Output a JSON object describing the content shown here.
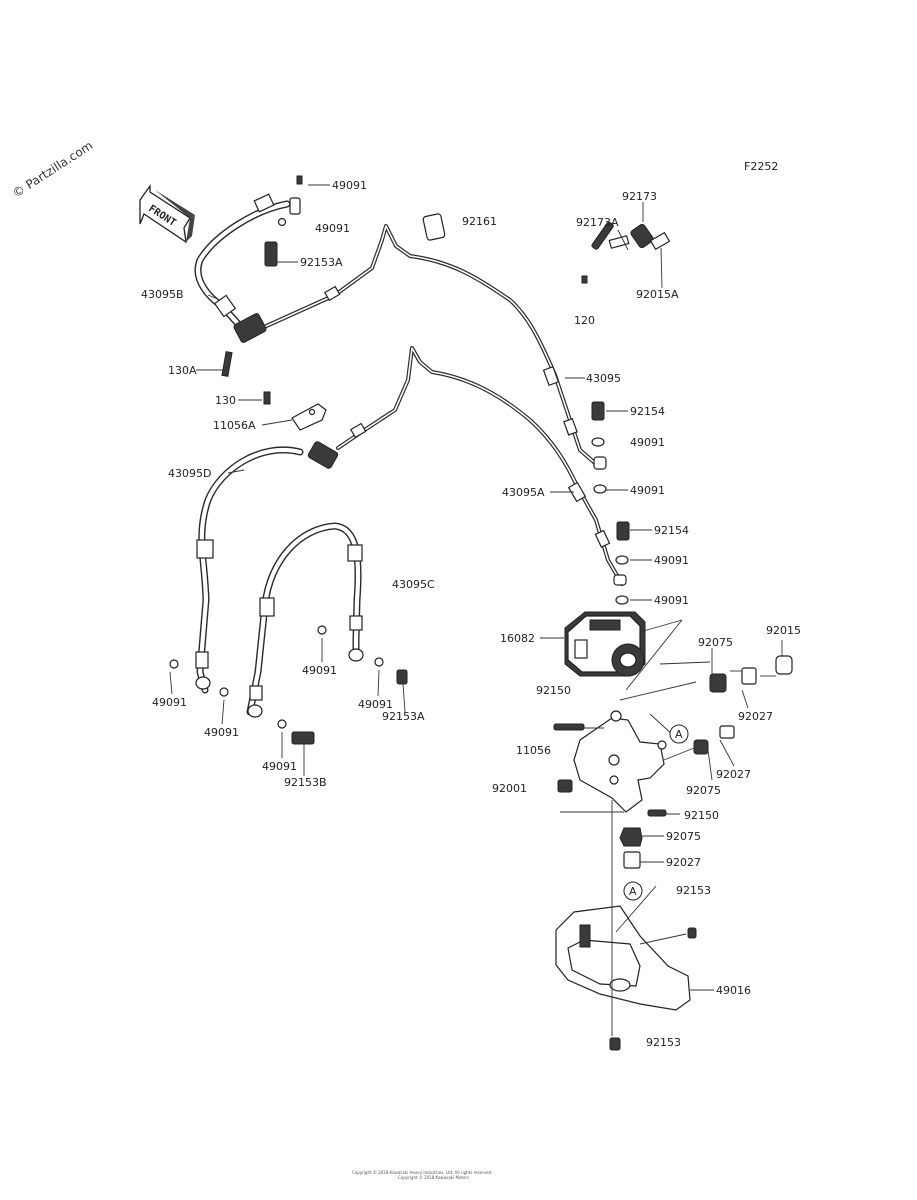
{
  "watermark": "© Partzilla.com",
  "diagram_code": "F2252",
  "front_label": "FRONT",
  "callout_marker": "A",
  "footer_lines": [
    "Copyright © 2018 Kawasaki Heavy Industries, Ltd. All rights reserved.",
    "Copyright © 2018 Kawasaki Motors"
  ],
  "labels": {
    "l_49091_top": "49091",
    "l_49091_b": "49091",
    "l_92153A_top": "92153A",
    "l_43095B": "43095B",
    "l_130A": "130A",
    "l_92161": "92161",
    "l_92173": "92173",
    "l_92173A": "92173A",
    "l_92015A": "92015A",
    "l_120": "120",
    "l_43095": "43095",
    "l_92154_a": "92154",
    "l_49091_c": "49091",
    "l_49091_d": "49091",
    "l_43095A": "43095A",
    "l_92154_b": "92154",
    "l_49091_e": "49091",
    "l_49091_f": "49091",
    "l_130": "130",
    "l_11056A": "11056A",
    "l_43095D": "43095D",
    "l_43095C": "43095C",
    "l_16082": "16082",
    "l_92075_a": "92075",
    "l_92015": "92015",
    "l_92027_a": "92027",
    "l_92150_a": "92150",
    "l_11056": "11056",
    "l_92027_b": "92027",
    "l_92075_b": "92075",
    "l_92001": "92001",
    "l_92150_b": "92150",
    "l_92075_c": "92075",
    "l_92027_c": "92027",
    "l_92153_a": "92153",
    "l_49016": "49016",
    "l_92153_b": "92153",
    "l_49091_g": "49091",
    "l_92153A_b": "92153A",
    "l_49091_h": "49091",
    "l_49091_i": "49091",
    "l_49091_j": "49091",
    "l_92153B": "92153B"
  },
  "colors": {
    "line": "#2a2a2a",
    "background": "#ffffff"
  }
}
